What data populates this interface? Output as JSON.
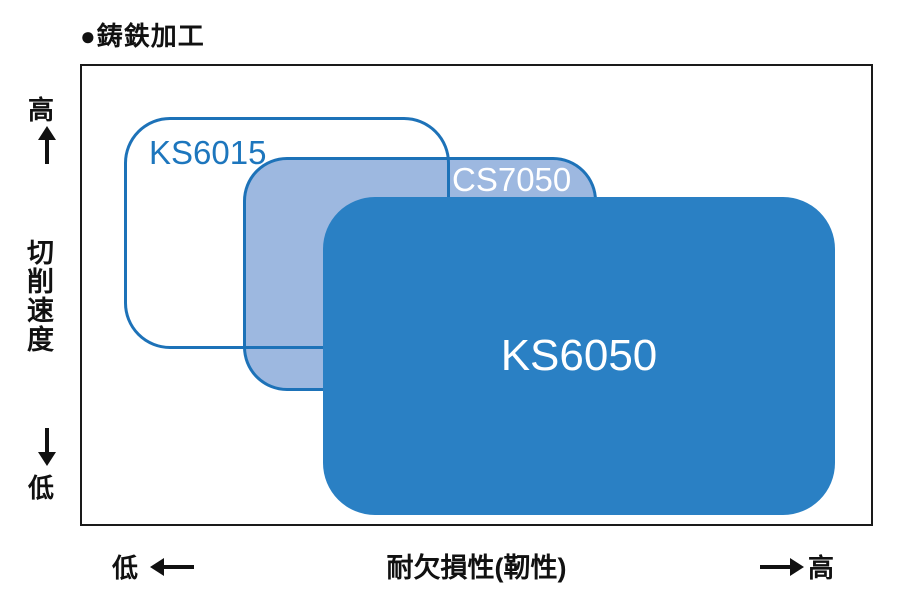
{
  "title": "●鋳鉄加工",
  "axes": {
    "y": {
      "title": "切削速度",
      "high_label": "高",
      "low_label": "低"
    },
    "x": {
      "title": "耐欠損性(靭性)",
      "low_label": "低",
      "high_label": "高"
    }
  },
  "colors": {
    "outline_blue": "#1d72b8",
    "light_fill_blue": "#9db8e0",
    "solid_fill_blue": "#2a80c4",
    "grade_text_blue": "#1d76bd",
    "axis_text": "#111111"
  },
  "chart_data": {
    "type": "area",
    "title": "鋳鉄加工",
    "xlabel": "耐欠損性(靭性)",
    "ylabel": "切削速度",
    "x_axis": {
      "left_end": "低",
      "right_end": "高",
      "scale": "qualitative 0-1"
    },
    "y_axis": {
      "bottom_end": "低",
      "top_end": "高",
      "scale": "qualitative 0-1"
    },
    "legend_position": "labels-inside-regions",
    "grid": false,
    "series": [
      {
        "name": "KS6015",
        "style": "outline",
        "x_range": [
          0.06,
          0.47
        ],
        "y_range": [
          0.39,
          0.89
        ]
      },
      {
        "name": "CS7050",
        "style": "light_fill",
        "x_range": [
          0.21,
          0.65
        ],
        "y_range": [
          0.29,
          0.8
        ]
      },
      {
        "name": "KS6050",
        "style": "solid_fill",
        "x_range": [
          0.31,
          0.95
        ],
        "y_range": [
          0.02,
          0.71
        ]
      }
    ]
  }
}
